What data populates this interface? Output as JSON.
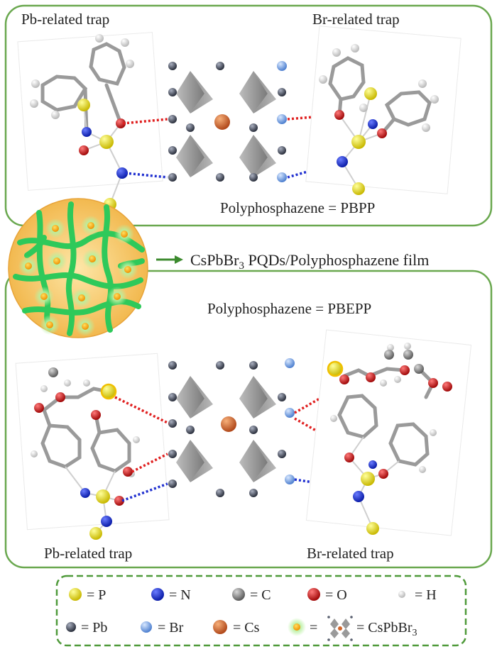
{
  "panels": {
    "top": {
      "left_label": "Pb-related trap",
      "right_label": "Br-related trap",
      "polymer_prefix": "Polyphosphazene = ",
      "polymer_name": "PBPP"
    },
    "bottom": {
      "left_label": "Pb-related trap",
      "right_label": "Br-related trap",
      "polymer_prefix": "Polyphosphazene = ",
      "polymer_name": "PBEPP"
    }
  },
  "film": {
    "arrow_glyph": "→",
    "label_prefix": "CsPbBr",
    "label_sub": "3",
    "label_suffix": " PQDs/Polyphosphazene film"
  },
  "legend": {
    "items": [
      {
        "symbol": "P",
        "text": "= P",
        "color": "#e8e000"
      },
      {
        "symbol": "N",
        "text": "= N",
        "color": "#1a2fd6"
      },
      {
        "symbol": "C",
        "text": "= C",
        "color": "#8a8a8a"
      },
      {
        "symbol": "O",
        "text": "= O",
        "color": "#d81818"
      },
      {
        "symbol": "H",
        "text": "= H",
        "color": "#f0f0f0"
      },
      {
        "symbol": "Pb",
        "text": "= Pb",
        "color": "#5a6070"
      },
      {
        "symbol": "Br",
        "text": "= Br",
        "color": "#7aa6e0"
      },
      {
        "symbol": "Cs",
        "text": "= Cs",
        "color": "#d2652a"
      },
      {
        "symbol": "QD",
        "text_prefix": "= ",
        "text_tail": "= CsPbBr",
        "text_sub": "3",
        "color": "#f0c000"
      }
    ]
  },
  "colors": {
    "frame_green": "#6aa84f",
    "legend_dash_green": "#4f9a3a",
    "pb_bond": "#e02020",
    "n_bond": "#2030d0",
    "film_gold": "#f6c65e",
    "chain_green": "#2ec95a"
  }
}
